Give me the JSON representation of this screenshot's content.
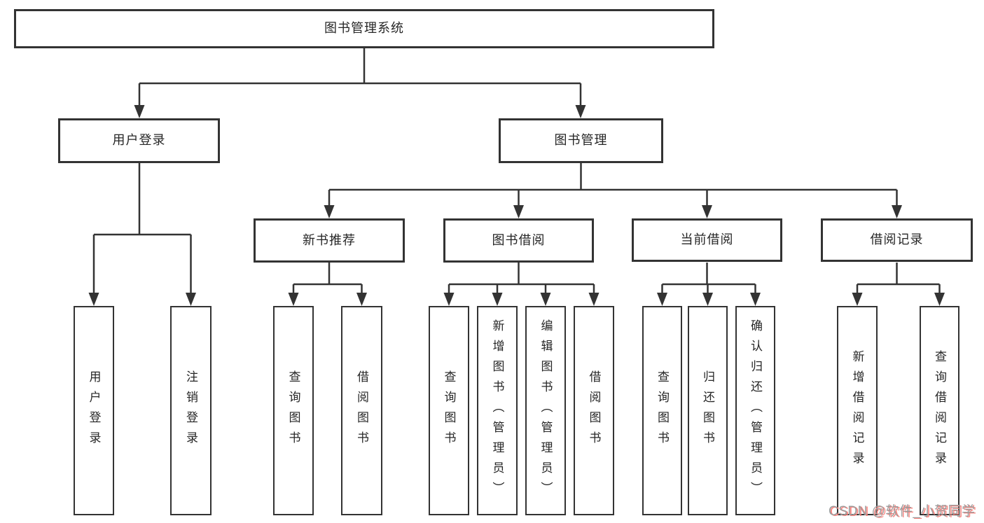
{
  "title": "图书管理系统",
  "colors": {
    "line": "#333333",
    "box_border": "#333333",
    "text": "#262626",
    "watermark_gray": "#9c9c9c",
    "watermark_red": "#f9837e"
  },
  "tree": {
    "label": "图书管理系统",
    "children": [
      {
        "label": "用户登录",
        "children": [
          {
            "label": "用户登录"
          },
          {
            "label": "注销登录"
          }
        ]
      },
      {
        "label": "图书管理",
        "children": [
          {
            "label": "新书推荐",
            "children": [
              {
                "label": "查询图书"
              },
              {
                "label": "借阅图书"
              }
            ]
          },
          {
            "label": "图书借阅",
            "children": [
              {
                "label": "查询图书"
              },
              {
                "label": "新增图书（管理员）"
              },
              {
                "label": "编辑图书（管理员）"
              },
              {
                "label": "借阅图书"
              }
            ]
          },
          {
            "label": "当前借阅",
            "children": [
              {
                "label": "查询图书"
              },
              {
                "label": "归还图书"
              },
              {
                "label": "确认归还（管理员）"
              }
            ]
          },
          {
            "label": "借阅记录",
            "children": [
              {
                "label": "新增借阅记录"
              },
              {
                "label": "查询借阅记录"
              }
            ]
          }
        ]
      }
    ]
  },
  "watermark": {
    "text": "CSDN @软件_小贺同学"
  }
}
